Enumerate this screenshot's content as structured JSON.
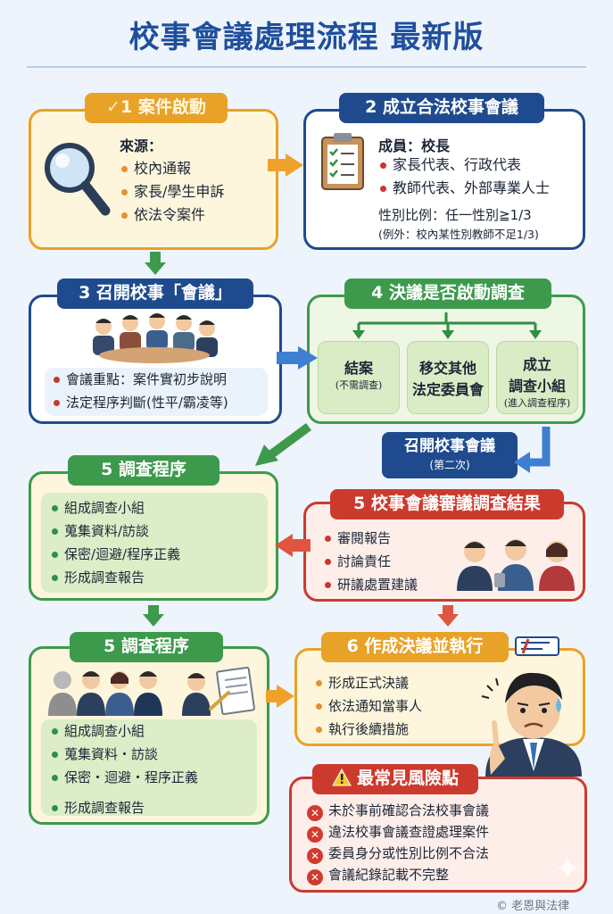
{
  "title": "校事會議處理流程 最新版",
  "step1": {
    "tag": "1 案件啟動",
    "source_label": "來源：",
    "items": [
      "校內通報",
      "家長/學生申訴",
      "依法令案件"
    ]
  },
  "step2": {
    "tag": "2 成立合法校事會議",
    "members_label": "成員：校長",
    "items": [
      "家長代表、行政代表",
      "教師代表、外部專業人士"
    ],
    "gender_ratio": "性別比例：任一性別≧1/3",
    "exception": "(例外：校內某性別教師不足1/3)"
  },
  "step3": {
    "tag": "3 召開校事「會議」",
    "items": [
      "會議重點：案件實初步說明",
      "法定程序判斷(性平/霸凌等)"
    ]
  },
  "step4": {
    "tag": "4 決議是否啟動調查",
    "options": [
      {
        "label": "結案",
        "note": "(不需調查)"
      },
      {
        "label": "移交其他法定委員會",
        "line1": "移交其他",
        "line2": "法定委員會"
      },
      {
        "label": "成立調查小組",
        "line1": "成立",
        "line2": "調查小組",
        "note": "(進入調查程序)"
      }
    ]
  },
  "second_meeting": {
    "label": "召開校事會議",
    "note": "(第二次)"
  },
  "step5a": {
    "tag": "5 調查程序",
    "items": [
      "組成調查小組",
      "蒐集資料/訪談",
      "保密/迴避/程序正義",
      "形成調查報告"
    ]
  },
  "step5b": {
    "tag": "5 校事會議審議調查結果",
    "items": [
      "審閱報告",
      "討論責任",
      "研議處置建議"
    ]
  },
  "step5c": {
    "tag": "5 調查程序",
    "items": [
      "組成調查小組",
      "蒐集資料・訪談",
      "保密・迴避・程序正義",
      "形成調查報告"
    ]
  },
  "step6": {
    "tag": "6 作成決議並執行",
    "items": [
      "形成正式決議",
      "依法通知當事人",
      "執行後續措施"
    ]
  },
  "risk": {
    "tag": "最常見風險點",
    "items": [
      "未於事前確認合法校事會議",
      "違法校事會議查證處理案件",
      "委員身分或性別比例不合法",
      "會議紀錄記載不完整"
    ]
  },
  "footer": "© 老恩與法律",
  "colors": {
    "title": "#1f4f9c",
    "orange": "#e8a228",
    "navy": "#1f4b8e",
    "green": "#3d9a4d",
    "red": "#cc3a2e",
    "cream": "#fdf6dc",
    "mint": "#eef6e4",
    "pink": "#fdeeea"
  },
  "icons": [
    "check-icon",
    "magnifier-icon",
    "clipboard-icon",
    "meeting-people-icon",
    "committee-people-icon",
    "investigators-icon",
    "worried-man-icon",
    "warning-icon",
    "x-circle-icon",
    "sparkle-icon"
  ]
}
